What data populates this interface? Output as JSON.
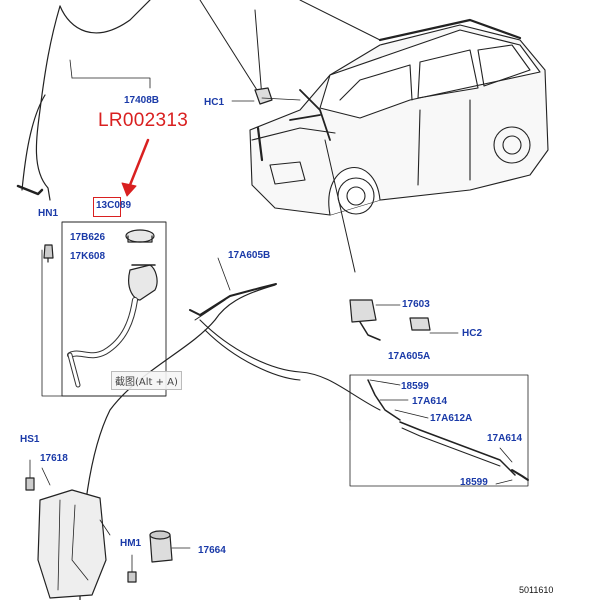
{
  "part_number": "LR002313",
  "reference": "5011610",
  "tooltip": "截图(Alt + A)",
  "labels": {
    "l_17408B": "17408B",
    "l_HC1": "HC1",
    "l_HN1": "HN1",
    "l_13C089": "13C089",
    "l_17B626": "17B626",
    "l_17K608": "17K608",
    "l_17A605B": "17A605B",
    "l_17603": "17603",
    "l_HC2": "HC2",
    "l_17A605A": "17A605A",
    "l_18599a": "18599",
    "l_17A614a": "17A614",
    "l_17A612A": "17A612A",
    "l_17A614b": "17A614",
    "l_18599b": "18599",
    "l_HS1": "HS1",
    "l_17618": "17618",
    "l_HM1": "HM1",
    "l_17664": "17664"
  },
  "colors": {
    "label": "#1a3aa8",
    "highlight": "#d92020",
    "line": "#222222"
  }
}
